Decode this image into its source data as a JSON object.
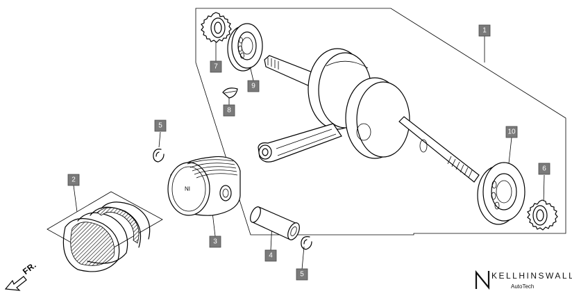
{
  "callouts": {
    "c1": "1",
    "c2": "2",
    "c3": "3",
    "c4": "4",
    "c5a": "5",
    "c5b": "5",
    "c6": "6",
    "c7": "7",
    "c8": "8",
    "c9": "9",
    "c10": "10"
  },
  "piston_mark": "NI",
  "direction_label": "FR.",
  "brand": {
    "name": "KELLHINSWALL",
    "sub": "AutoTech"
  },
  "colors": {
    "callout_fill": "#7a7a7a",
    "line": "#000000"
  }
}
